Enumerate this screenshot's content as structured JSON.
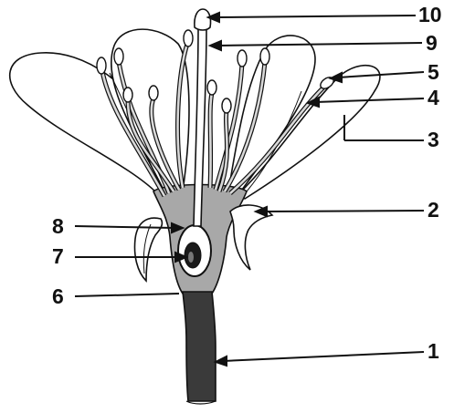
{
  "labels": {
    "l1": "1",
    "l2": "2",
    "l3": "3",
    "l4": "4",
    "l5": "5",
    "l6": "6",
    "l7": "7",
    "l8": "8",
    "l9": "9",
    "l10": "10"
  },
  "colors": {
    "ink": "#111111",
    "petal_fill": "#ffffff",
    "filament_fill": "#d8d8d8",
    "receptacle_fill": "#a8a8a8",
    "stem_fill": "#3a3a3a"
  }
}
